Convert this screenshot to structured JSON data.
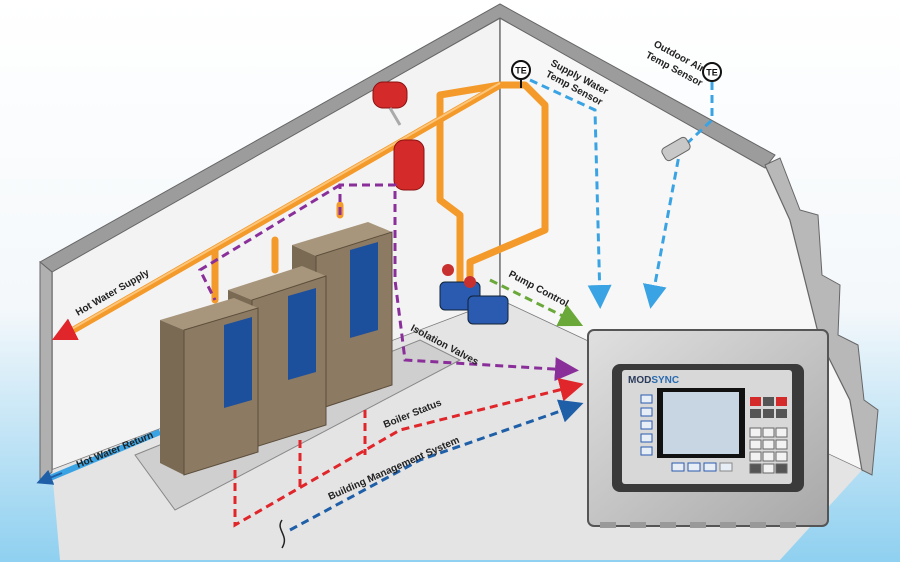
{
  "labels": {
    "hot_water_supply": "Hot Water Supply",
    "hot_water_return": "Hot Water Return",
    "isolation_valves": "Isolation Valves",
    "pump_control": "Pump Control",
    "boiler_status": "Boiler Status",
    "building_management_system": "Building Management System",
    "supply_water_temp_sensor_line1": "Supply Water",
    "supply_water_temp_sensor_line2": "Temp Sensor",
    "outdoor_air_temp_sensor_line1": "Outdoor Air",
    "outdoor_air_temp_sensor_line2": "Temp Sensor",
    "te": "TE"
  },
  "controller": {
    "brand": "MODSYNC",
    "brand_part1": "MOD",
    "brand_part2": "SYNC"
  },
  "colors": {
    "supply_pipe": "#f39a2a",
    "isolation_valves_line": "#8a2f9a",
    "boiler_status_line": "#e0262a",
    "bms_line": "#1f5fa8",
    "sensor_line": "#3aa3e3",
    "pump_control_line": "#6aa83a",
    "boiler_body": "#8c7a62",
    "boiler_panel": "#1c4f9c"
  }
}
